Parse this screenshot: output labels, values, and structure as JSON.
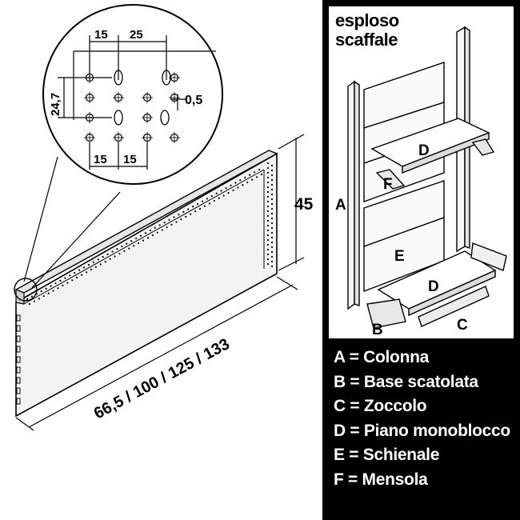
{
  "detail": {
    "dim_top_1": "15",
    "dim_top_2": "25",
    "dim_left": "24,7",
    "dim_right": "0,5",
    "dim_bottom_1": "15",
    "dim_bottom_2": "15"
  },
  "panel": {
    "height_label": "45",
    "width_label": "66,5 / 100 / 125 / 133"
  },
  "exploded": {
    "title_line1": "esploso",
    "title_line2": "scaffale",
    "part_letters": {
      "A": "A",
      "B": "B",
      "C": "C",
      "D_upper": "D",
      "D_lower": "D",
      "E": "E",
      "F": "F"
    }
  },
  "legend": [
    "A = Colonna",
    "B = Base scatolata",
    "C = Zoccolo",
    "D = Piano monoblocco",
    "E = Schienale",
    "F = Mensola"
  ],
  "colors": {
    "line": "#000000",
    "panel_fill": "#f2f2f2",
    "background": "#ffffff",
    "right_panel": "#000000",
    "legend_text": "#ffffff"
  }
}
